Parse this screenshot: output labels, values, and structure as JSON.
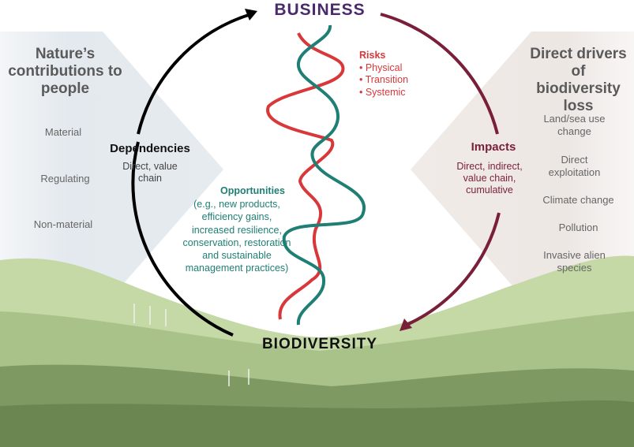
{
  "title": "BUSINESS",
  "bottom_label": "BIODIVERSITY",
  "left_panel": {
    "heading": "Nature’s contributions to people",
    "items": [
      "Material",
      "Regulating",
      "Non-material"
    ]
  },
  "right_panel": {
    "heading": "Direct drivers of biodiversity loss",
    "items": [
      "Land/sea use change",
      "Direct exploitation",
      "Climate change",
      "Pollution",
      "Invasive alien species"
    ]
  },
  "dependencies": {
    "title": "Dependencies",
    "text": "Direct, value chain"
  },
  "impacts": {
    "title": "Impacts",
    "text": "Direct, indirect, value chain, cumulative"
  },
  "risks": {
    "title": "Risks",
    "items": [
      "• Physical",
      "• Transition",
      "• Systemic"
    ]
  },
  "opportunities": {
    "title": "Opportunities",
    "text": "(e.g., new products, efficiency gains, increased resilience, conservation, restoration and sustainable management practices)"
  },
  "colors": {
    "business": "#4b2a6b",
    "risk": "#d9383a",
    "opportunity": "#1f7f74",
    "impact": "#7a1f3a",
    "dependency": "#000000"
  }
}
